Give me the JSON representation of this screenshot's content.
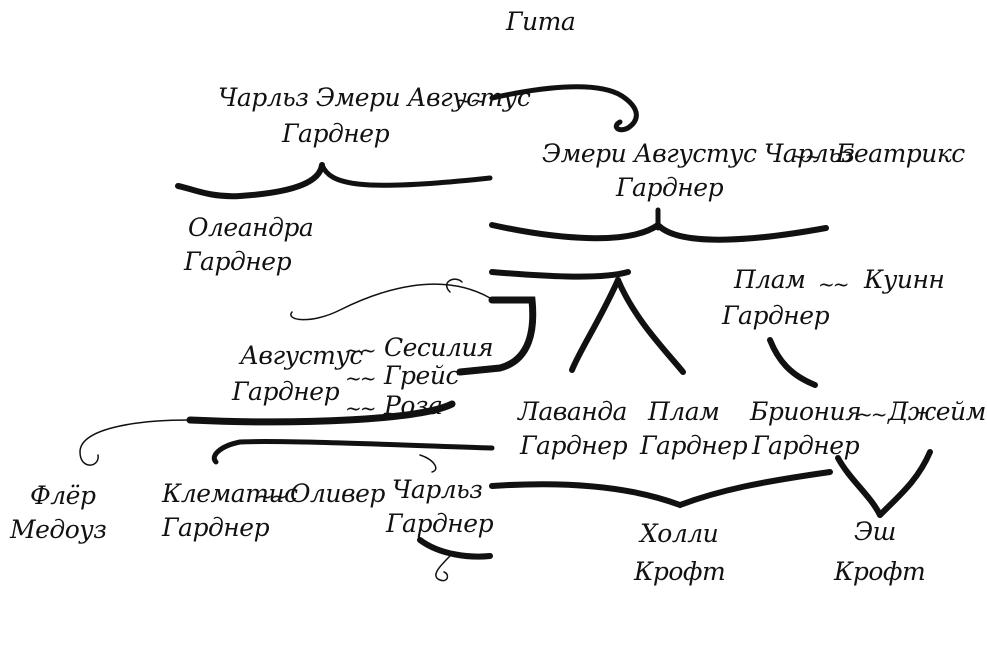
{
  "title": "Гита",
  "tilde": "~~",
  "colors": {
    "ink": "#111111",
    "background": "#ffffff"
  },
  "people": {
    "charles_emery": {
      "line1": "Чарльз Эмери Августус",
      "line2": "Гарднер"
    },
    "emery_augustus": {
      "line1": "Эмери Августус Чарльз",
      "line2": "Гарднер"
    },
    "beatrix": {
      "name": "Беатрикс"
    },
    "oleandra": {
      "line1": "Олеандра",
      "line2": "Гарднер"
    },
    "plum_senior": {
      "line1": "Плам",
      "line2": "Гарднер"
    },
    "quinn": {
      "name": "Куинн"
    },
    "augustus": {
      "line1": "Августус",
      "line2": "Гарднер"
    },
    "cecilia": {
      "name": "Сесилия"
    },
    "grace": {
      "name": "Грейс"
    },
    "rosa": {
      "name": "Роза"
    },
    "lavanda": {
      "line1": "Лаванда",
      "line2": "Гарднер"
    },
    "plum": {
      "line1": "Плам",
      "line2": "Гарднер"
    },
    "brionia": {
      "line1": "Бриония",
      "line2": "Гарднер"
    },
    "james": {
      "name": "Джеймс"
    },
    "fleur": {
      "line1": "Флёр",
      "line2": "Медоуз"
    },
    "clematis": {
      "line1": "Клематис",
      "line2": "Гарднер"
    },
    "oliver": {
      "name": "Оливер"
    },
    "charles": {
      "line1": "Чарльз",
      "line2": "Гарднер"
    },
    "holly": {
      "line1": "Холли",
      "line2": "Крофт"
    },
    "ash": {
      "line1": "Эш",
      "line2": "Крофт"
    }
  }
}
